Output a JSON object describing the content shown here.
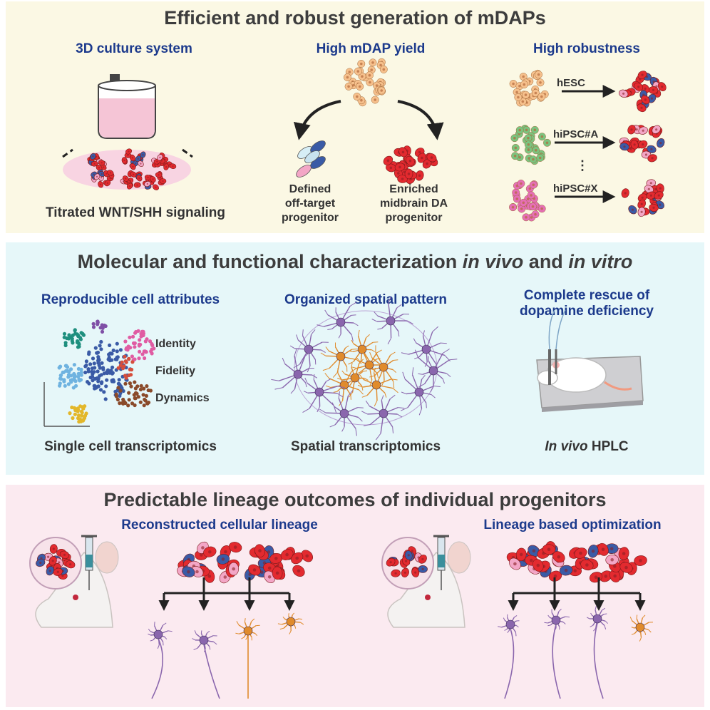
{
  "panel1": {
    "title": "Efficient and robust generation of mDAPs",
    "col1": {
      "subtitle": "3D culture system",
      "caption": "Titrated WNT/SHH signaling"
    },
    "col2": {
      "subtitle": "High mDAP yield",
      "left_label": "Defined off-target progenitor",
      "left_lines": [
        "Defined",
        "off-target",
        "progenitor"
      ],
      "right_lines": [
        "Enriched",
        "midbrain DA",
        "progenitor"
      ]
    },
    "col3": {
      "subtitle": "High robustness",
      "rows": [
        "hESC",
        "hiPSC#A",
        "hiPSC#X"
      ],
      "ellipsis": "⋮"
    }
  },
  "panel2": {
    "title_prefix": "Molecular and functional characterization ",
    "title_it1": "in vivo",
    "title_mid": " and ",
    "title_it2": "in vitro",
    "col1": {
      "subtitle": "Reproducible cell attributes",
      "labels": [
        "Identity",
        "Fidelity",
        "Dynamics"
      ],
      "caption": "Single cell transcriptomics"
    },
    "col2": {
      "subtitle": "Organized spatial pattern",
      "caption": "Spatial transcriptomics"
    },
    "col3": {
      "subtitle_lines": [
        "Complete rescue of",
        "dopamine deficiency"
      ],
      "caption_it": "In vivo",
      "caption_rest": " HPLC"
    }
  },
  "panel3": {
    "title": "Predictable lineage outcomes of individual progenitors",
    "left": {
      "subtitle": "Reconstructed cellular lineage"
    },
    "right": {
      "subtitle": "Lineage based optimization"
    }
  },
  "colors": {
    "cell_red": "#e32a2f",
    "cell_blue": "#3a5ba6",
    "cell_pink": "#f3a6c6",
    "cell_orange": "#f6c08c",
    "cell_green": "#7bc47f",
    "cell_magenta": "#e66fb6",
    "neuron_purple": "#8a66ad",
    "neuron_orange": "#e08b2c",
    "subtitle_blue": "#1c3a8c"
  }
}
